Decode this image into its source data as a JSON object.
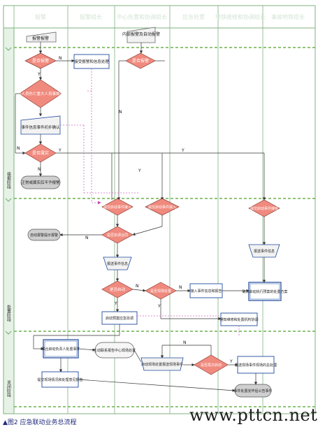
{
  "header": {
    "columns": [
      "报警",
      "报警组长",
      "中心处置和协调组长",
      "应急处置",
      "地铁维修和协调组长",
      "事故地铁组长"
    ]
  },
  "phases": [
    "接报阶段",
    "处置阶段",
    "关闭阶段"
  ],
  "nodes": {
    "alarm_report": "报警报警",
    "receive_alarm": "内部报警及自动报警",
    "is_alarm_1": "是否报警",
    "report_info": "接受报警和信息处理",
    "is_alarm_2": "是否报警",
    "is_major": "是否人员伤亡重大人员事故发生",
    "info_recognition": "事件信息事件初步确认",
    "is_confirm": "是否属实",
    "normal_close": "正常或属实后不予报警",
    "confirm_a": "提交启动事件接入",
    "confirm_b": "提交启动事件接入",
    "confirm_c": "提交启动事件接受",
    "auto_report": "自动报警提示报警",
    "is_coordinate": "是否协调合同",
    "dispatch_info": "报送事件信息",
    "receive_info": "报送事件信息",
    "is_emergency": "是否启动",
    "is_scene": "是否现场处置",
    "receive_event": "接入事件信息和报告",
    "emergency_plan": "确认启动执行预案的处置方案",
    "scene_info": "启动预案应急协调",
    "notify_repair": "通知维修和处置机构协调",
    "join_action": "联合启动负责人处置事件",
    "submit_scene": "提交现场情况和处理意见报告",
    "lead_report": "主动联系报告中心现场处置",
    "scene_action": "启动现场处置报送现场事件",
    "is_reply": "是否再次启动",
    "scene_report": "报送现场事件现场的总处理",
    "final_close": "事件处置完毕后公告事件"
  },
  "edges": {
    "yes": "Y",
    "no": "N"
  },
  "caption": "▲图2 应急联动业务总流程",
  "watermark": "www.pttcn.net",
  "colors": {
    "frame": "#7fb27f",
    "header_text": "#d8e8d8",
    "header_bg": "#ffffff",
    "phase_bar": "#c6e0c6",
    "phase_dash": "#6ab04c",
    "decision": "#f08a7e",
    "process": "#ffffff",
    "process_blue": "#1e4a9c",
    "terminal": "#cfcfcf",
    "alt": "#f6f6f6"
  }
}
